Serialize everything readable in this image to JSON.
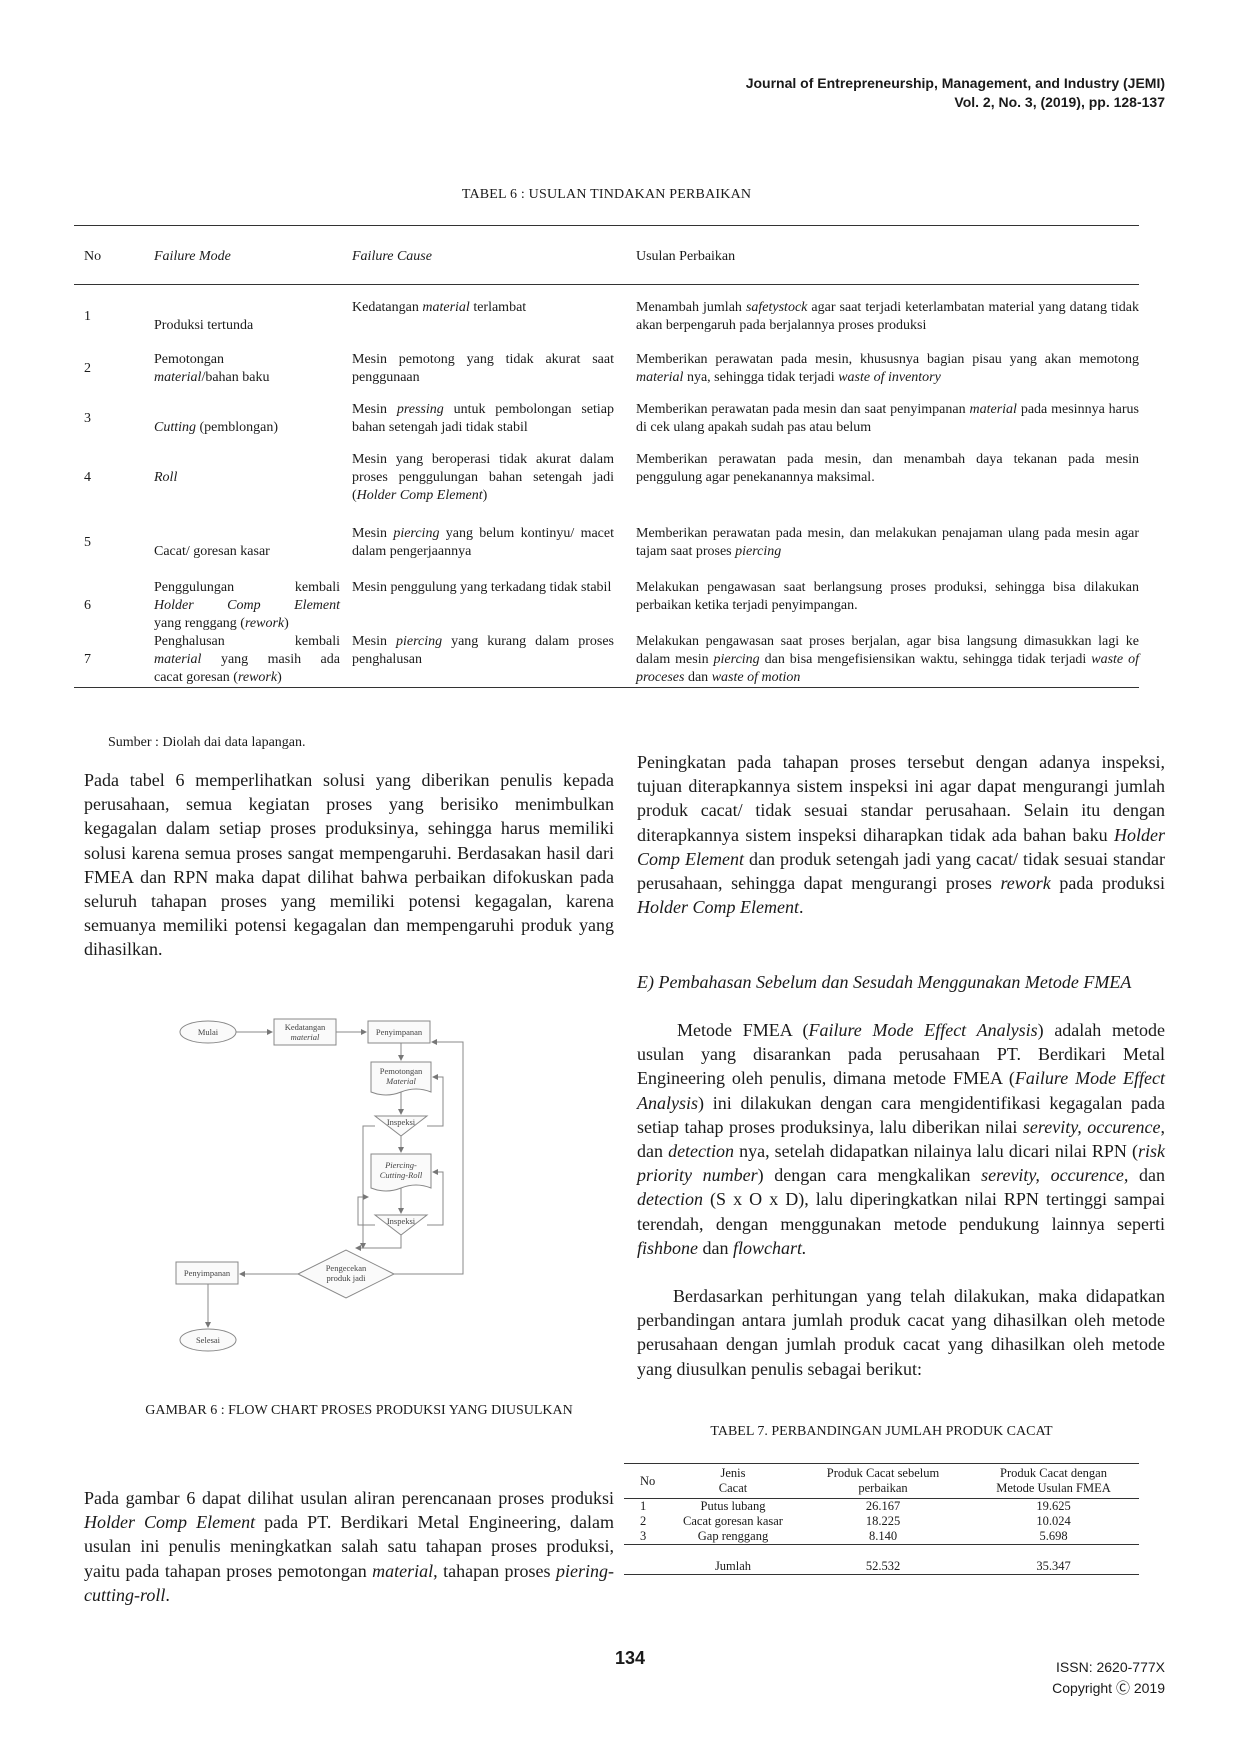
{
  "header": {
    "journal": "Journal of Entrepreneurship, Management, and Industry (JEMI)",
    "volume": "Vol. 2, No. 3, (2019), pp. 128-137"
  },
  "table6": {
    "caption": "TABEL 6 : USULAN TINDAKAN PERBAIKAN",
    "headers": {
      "no": "No",
      "mode": "Failure Mode",
      "cause": "Failure Cause",
      "fix": "Usulan Perbaikan"
    },
    "rows": [
      {
        "no": "1",
        "mode": "Produksi tertunda",
        "cause_a": "Kedatangan ",
        "cause_i": "material",
        "cause_b": " terlambat",
        "fix_a": "Menambah jumlah ",
        "fix_i": "safetystock",
        "fix_b": " agar saat terjadi keterlambatan material yang datang tidak akan berpengaruh pada berjalannya proses produksi"
      },
      {
        "no": "2",
        "mode_a": "Pemotongan",
        "mode_i": "material",
        "mode_b": "/bahan baku",
        "cause": "Mesin pemotong yang tidak akurat saat penggunaan",
        "fix_a": "Memberikan perawatan pada mesin, khususnya bagian pisau yang akan memotong ",
        "fix_i": "material",
        "fix_b": " nya, sehingga tidak terjadi ",
        "fix_i2": "waste of inventory"
      },
      {
        "no": "3",
        "mode_i": "Cutting",
        "mode_b": " (pemblongan)",
        "cause_a": "Mesin ",
        "cause_i": "pressing",
        "cause_b": " untuk pembolongan setiap bahan setengah jadi tidak stabil",
        "fix_a": "Memberikan perawatan pada mesin dan saat penyimpanan ",
        "fix_i": "material",
        "fix_b": " pada mesinnya harus di cek ulang apakah sudah pas atau belum"
      },
      {
        "no": "4",
        "mode_i": "Roll",
        "cause_a": "Mesin yang beroperasi tidak akurat dalam proses penggulungan bahan setengah jadi (",
        "cause_i": "Holder Comp Element",
        "cause_b": ")",
        "fix": "Memberikan perawatan pada mesin, dan menambah daya tekanan pada mesin penggulung agar penekanannya maksimal."
      },
      {
        "no": "5",
        "mode": "Cacat/ goresan kasar",
        "cause_a": "Mesin ",
        "cause_i": "piercing",
        "cause_b": " yang belum kontinyu/ macet dalam pengerjaannya",
        "fix_a": "Memberikan perawatan pada mesin, dan melakukan penajaman ulang pada mesin agar tajam saat proses ",
        "fix_i": "piercing"
      },
      {
        "no": "6",
        "mode_a": "Penggulungan kembali",
        "mode_i": "Holder Comp Element",
        "mode_b": "yang renggang (",
        "mode_i2": "rework",
        "mode_c": ")",
        "cause": "Mesin penggulung yang terkadang tidak stabil",
        "fix": "Melakukan pengawasan saat berlangsung proses produksi, sehingga bisa dilakukan perbaikan ketika terjadi penyimpangan."
      },
      {
        "no": "7",
        "mode_a": "Penghalusan kembali",
        "mode_i": "material",
        "mode_b": " yang masih ada",
        "mode_c": "cacat goresan (",
        "mode_i2": "rework",
        "mode_d": ")",
        "cause_a": "Mesin ",
        "cause_i": "piercing",
        "cause_b": " yang kurang dalam proses penghalusan",
        "fix_a": "Melakukan pengawasan saat proses berjalan, agar bisa langsung dimasukkan lagi ke dalam mesin ",
        "fix_i": "piercing",
        "fix_b": " dan bisa mengefisiensikan waktu, sehingga tidak terjadi ",
        "fix_i2": "waste of proceses",
        "fix_c": " dan ",
        "fix_i3": "waste of motion"
      }
    ],
    "source": "Sumber : Diolah dai data lapangan."
  },
  "left_col": {
    "p1": "Pada tabel 6 memperlihatkan solusi yang diberikan penulis kepada perusahaan, semua kegiatan proses yang berisiko menimbulkan kegagalan dalam setiap proses produksinya, sehingga harus memiliki solusi karena semua proses sangat mempengaruhi. Berdasakan hasil dari FMEA dan RPN maka dapat dilihat bahwa perbaikan difokuskan pada seluruh tahapan proses yang memiliki potensi kegagalan, karena semuanya memiliki potensi kegagalan dan mempengaruhi produk yang dihasilkan.",
    "p2_a": " Pada gambar 6 dapat dilihat usulan aliran perencanaan proses produksi ",
    "p2_i": "Holder Comp Element",
    "p2_b": "  pada PT. Berdikari Metal Engineering, dalam usulan ini penulis meningkatkan salah satu tahapan proses produksi, yaitu pada tahapan proses pemotongan ",
    "p2_i2": "material",
    "p2_c": ", tahapan proses ",
    "p2_i3": "piering-cutting-roll",
    "p2_d": "."
  },
  "flowchart": {
    "caption": "GAMBAR 6 : FLOW CHART PROSES PRODUKSI YANG DIUSULKAN",
    "nodes": {
      "mulai": "Mulai",
      "kedatangan": "Kedatangan",
      "kedatangan2": "material",
      "penyimpanan1": "Penyimpanan",
      "pemotongan": "Pemotongan",
      "pemotongan2": "Material",
      "inspeksi1": "Inspeksi",
      "pcr1": "Piercing-",
      "pcr2": "Cutting-Roll",
      "inspeksi2": "Inspeksi",
      "pengecekan1": "Pengecekan",
      "pengecekan2": "produk jadi",
      "penyimpanan2": "Penyimpanan",
      "selesai": "Selesai"
    }
  },
  "right_col": {
    "p1_a": "Peningkatan pada tahapan proses tersebut dengan adanya inspeksi, tujuan diterapkannya sistem inspeksi ini agar dapat mengurangi jumlah produk cacat/ tidak sesuai standar perusahaan. Selain itu dengan diterapkannya sistem inspeksi diharapkan tidak ada bahan baku ",
    "p1_i": "Holder Comp Element",
    "p1_b": " dan produk setengah jadi yang cacat/ tidak sesuai standar perusahaan, sehingga dapat mengurangi proses ",
    "p1_i2": "rework",
    "p1_c": " pada produksi ",
    "p1_i3": "Holder Comp Element",
    "p1_d": ".",
    "heading": "E) Pembahasan Sebelum dan Sesudah Menggunakan Metode FMEA",
    "p2_a": "Metode FMEA (",
    "p2_i": "Failure Mode Effect Analysis",
    "p2_b": ") adalah metode usulan yang disarankan pada perusahaan PT. Berdikari Metal Engineering oleh penulis, dimana metode FMEA (",
    "p2_i2": "Failure Mode Effect Analysis",
    "p2_c": ") ini dilakukan dengan cara mengidentifikasi kegagalan pada setiap tahap proses produksinya, lalu diberikan nilai ",
    "p2_i3": "serevity, occurence",
    "p2_d": ", dan ",
    "p2_i4": "detection",
    "p2_e": " nya, setelah didapatkan nilainya lalu dicari nilai RPN (",
    "p2_i5": "risk priority number",
    "p2_f": ") dengan cara mengkalikan ",
    "p2_i6": "serevity, occurence,",
    "p2_g": " dan ",
    "p2_i7": "detection",
    "p2_h": " (S x O x D), lalu diperingkatkan nilai RPN tertinggi sampai terendah, dengan menggunakan metode pendukung lainnya seperti ",
    "p2_i8": "fishbone",
    "p2_j": " dan ",
    "p2_i9": "flowchart.",
    "p3": "Berdasarkan perhitungan yang telah dilakukan, maka didapatkan perbandingan antara jumlah produk cacat yang dihasilkan oleh metode perusahaan dengan jumlah produk cacat yang dihasilkan oleh metode yang diusulkan penulis sebagai berikut:"
  },
  "table7": {
    "caption": "TABEL 7.  PERBANDINGAN JUMLAH PRODUK CACAT",
    "headers": {
      "no": "No",
      "jenis1": "Jenis",
      "jenis2": "Cacat",
      "before1": "Produk Cacat sebelum",
      "before2": "perbaikan",
      "after1": "Produk Cacat dengan",
      "after2": "Metode Usulan FMEA"
    },
    "rows": [
      {
        "no": "1",
        "jenis": "Putus lubang",
        "before": "26.167",
        "after": "19.625"
      },
      {
        "no": "2",
        "jenis": "Cacat goresan kasar",
        "before": "18.225",
        "after": "10.024"
      },
      {
        "no": "3",
        "jenis": "Gap renggang",
        "before": "8.140",
        "after": "5.698"
      }
    ],
    "total": {
      "label": "Jumlah",
      "before": "52.532",
      "after": "35.347"
    }
  },
  "footer": {
    "page": "134",
    "issn": "ISSN: 2620-777X",
    "copyright": "Copyright Ⓒ 2019"
  }
}
